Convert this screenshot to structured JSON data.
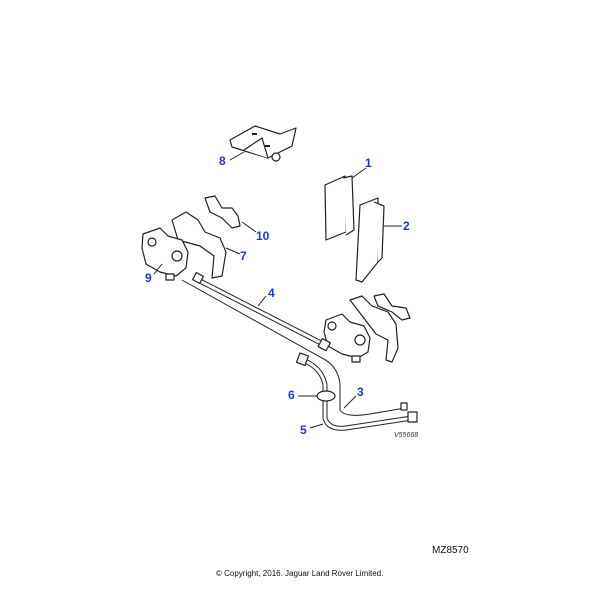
{
  "diagram": {
    "callouts": [
      "1",
      "2",
      "3",
      "4",
      "5",
      "6",
      "7",
      "8",
      "9",
      "10"
    ],
    "drawing_ref": "V55668",
    "diagram_code": "MZ8570",
    "copyright": "© Copyright, 2016. Jaguar Land Rover Limited.",
    "callout_color": "#1a3bd6"
  }
}
